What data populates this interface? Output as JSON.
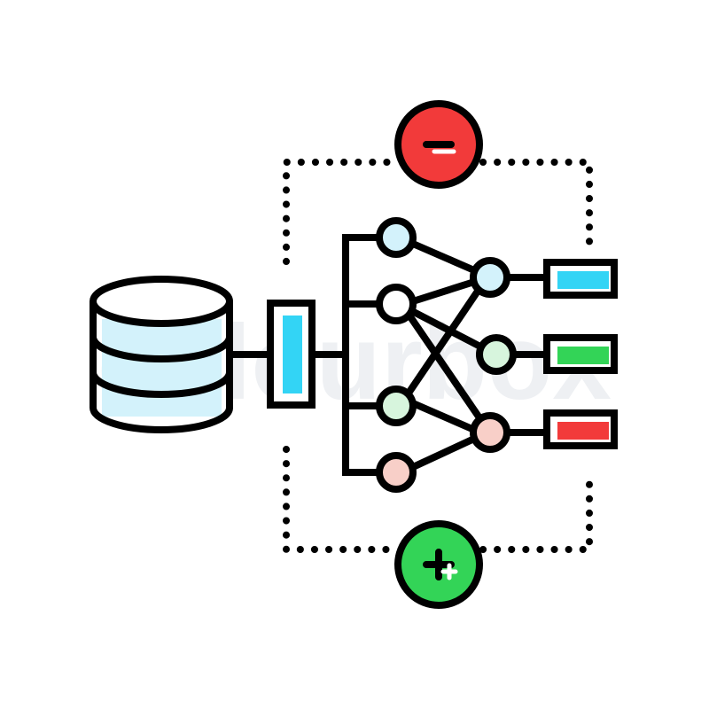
{
  "diagram": {
    "title": "neural network data processing icon",
    "watermark": "colourbox",
    "colors": {
      "stroke": "#000000",
      "cyan": "#33d4f5",
      "cyan_light": "#d3f2fb",
      "green": "#33d457",
      "green_light": "#d7f5dd",
      "red": "#f23a3a",
      "red_light": "#f8cfc8"
    },
    "nodes": {
      "database": "database-icon",
      "input_bar": "input-layer",
      "minus_badge": "minus-icon",
      "plus_badge": "plus-icon",
      "outputs": [
        "output-cyan",
        "output-green",
        "output-red"
      ]
    }
  }
}
